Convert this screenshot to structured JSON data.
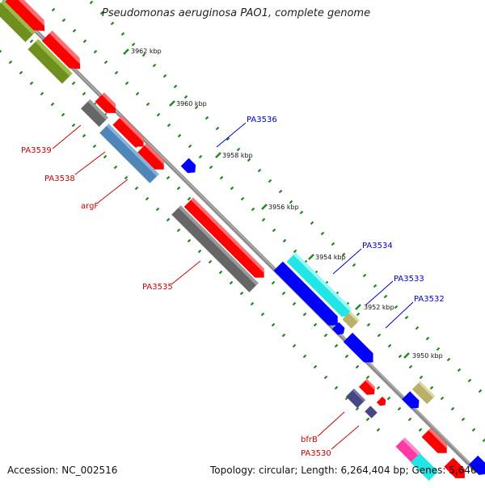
{
  "title": "Pseudomonas aeruginosa PAO1, complete genome",
  "footer": {
    "accession": "Accession: NC_002516",
    "summary": "Topology: circular; Length: 6,264,404 bp; Genes: 5,646"
  },
  "ticks": [
    "3962 kbp",
    "3960 kbp",
    "3958 kbp",
    "3956 kbp",
    "3954 kbp",
    "3952 kbp",
    "3950 kbp"
  ],
  "gene_labels": {
    "left": [
      "PA3539",
      "PA3538",
      "argF",
      "PA3535",
      "bfrB",
      "PA3530"
    ],
    "right": [
      "PA3536",
      "PA3534",
      "PA3533",
      "PA3532"
    ]
  },
  "colors": {
    "backbone": "#8c8c8c",
    "forward_gene": "#ff0000",
    "reverse_gene": "#0000ff",
    "olive_feature": "#6f8f1f",
    "gray_feature": "#666666",
    "steel_feature": "#4f86b8",
    "cyan_feature": "#22e6e6",
    "khaki_feature": "#b9b06a",
    "navy_feature": "#474783",
    "magenta_feature": "#ff3aa6",
    "tick_dots": "#1e8a1e",
    "label_red": "#cc0000",
    "label_blue": "#0000cc"
  }
}
